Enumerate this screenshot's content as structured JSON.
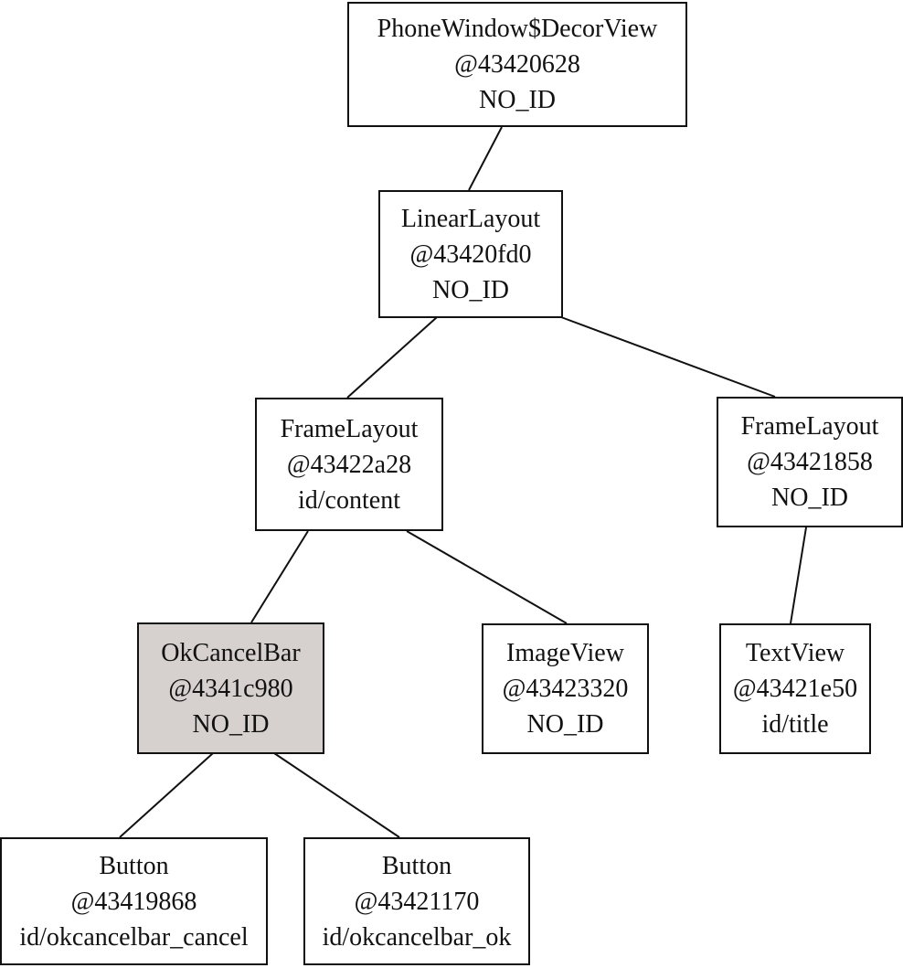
{
  "diagram": {
    "highlight_color": "#d6d0ce",
    "nodes": [
      {
        "id": "decor",
        "lines": [
          "PhoneWindow$DecorView",
          "@43420628",
          "NO_ID"
        ],
        "highlighted": false
      },
      {
        "id": "linear",
        "lines": [
          "LinearLayout",
          "@43420fd0",
          "NO_ID"
        ],
        "highlighted": false
      },
      {
        "id": "frame_content",
        "lines": [
          "FrameLayout",
          "@43422a28",
          "id/content"
        ],
        "highlighted": false
      },
      {
        "id": "frame_title",
        "lines": [
          "FrameLayout",
          "@43421858",
          "NO_ID"
        ],
        "highlighted": false
      },
      {
        "id": "okcancelbar",
        "lines": [
          "OkCancelBar",
          "@4341c980",
          "NO_ID"
        ],
        "highlighted": true
      },
      {
        "id": "imageview",
        "lines": [
          "ImageView",
          "@43423320",
          "NO_ID"
        ],
        "highlighted": false
      },
      {
        "id": "textview",
        "lines": [
          "TextView",
          "@43421e50",
          "id/title"
        ],
        "highlighted": false
      },
      {
        "id": "button_cancel",
        "lines": [
          "Button",
          "@43419868",
          "id/okcancelbar_cancel"
        ],
        "highlighted": false
      },
      {
        "id": "button_ok",
        "lines": [
          "Button",
          "@43421170",
          "id/okcancelbar_ok"
        ],
        "highlighted": false
      }
    ],
    "edges": [
      {
        "from": "decor",
        "to": "linear"
      },
      {
        "from": "linear",
        "to": "frame_content"
      },
      {
        "from": "linear",
        "to": "frame_title"
      },
      {
        "from": "frame_content",
        "to": "okcancelbar"
      },
      {
        "from": "frame_content",
        "to": "imageview"
      },
      {
        "from": "frame_title",
        "to": "textview"
      },
      {
        "from": "okcancelbar",
        "to": "button_cancel"
      },
      {
        "from": "okcancelbar",
        "to": "button_ok"
      }
    ]
  }
}
